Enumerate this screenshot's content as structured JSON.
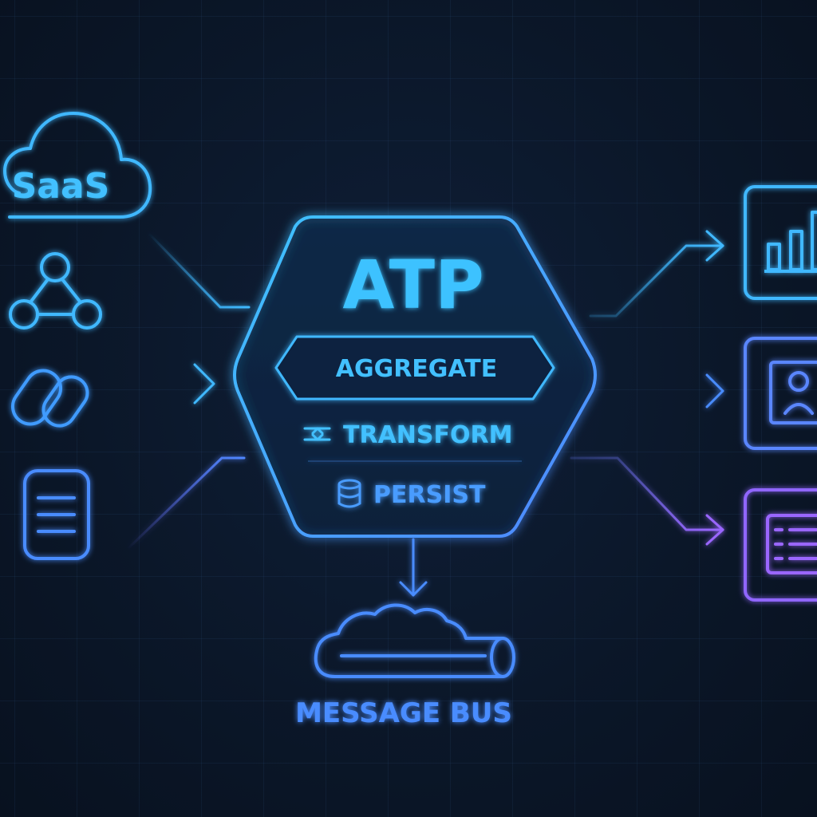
{
  "sources": {
    "saas_label": "SaaS",
    "items": [
      {
        "icon": "cloud-icon"
      },
      {
        "icon": "network-graph-icon"
      },
      {
        "icon": "chain-link-icon"
      },
      {
        "icon": "document-icon"
      }
    ]
  },
  "hub": {
    "title": "ATP",
    "steps": [
      {
        "label": "AGGREGATE",
        "icon": ""
      },
      {
        "label": "TRANSFORM",
        "icon": "transform-arrows-icon"
      },
      {
        "label": "PERSIST",
        "icon": "database-icon"
      }
    ]
  },
  "bus": {
    "label": "MESSAGE BUS",
    "icon": "message-bus-pipe-icon"
  },
  "destinations": [
    {
      "icon": "bar-chart-icon"
    },
    {
      "icon": "user-profile-icon"
    },
    {
      "icon": "form-list-icon"
    }
  ],
  "colors": {
    "background": "#0a1628",
    "cyan": "#3fb8ff",
    "blue": "#4a8cff",
    "violet": "#8a6dff"
  }
}
